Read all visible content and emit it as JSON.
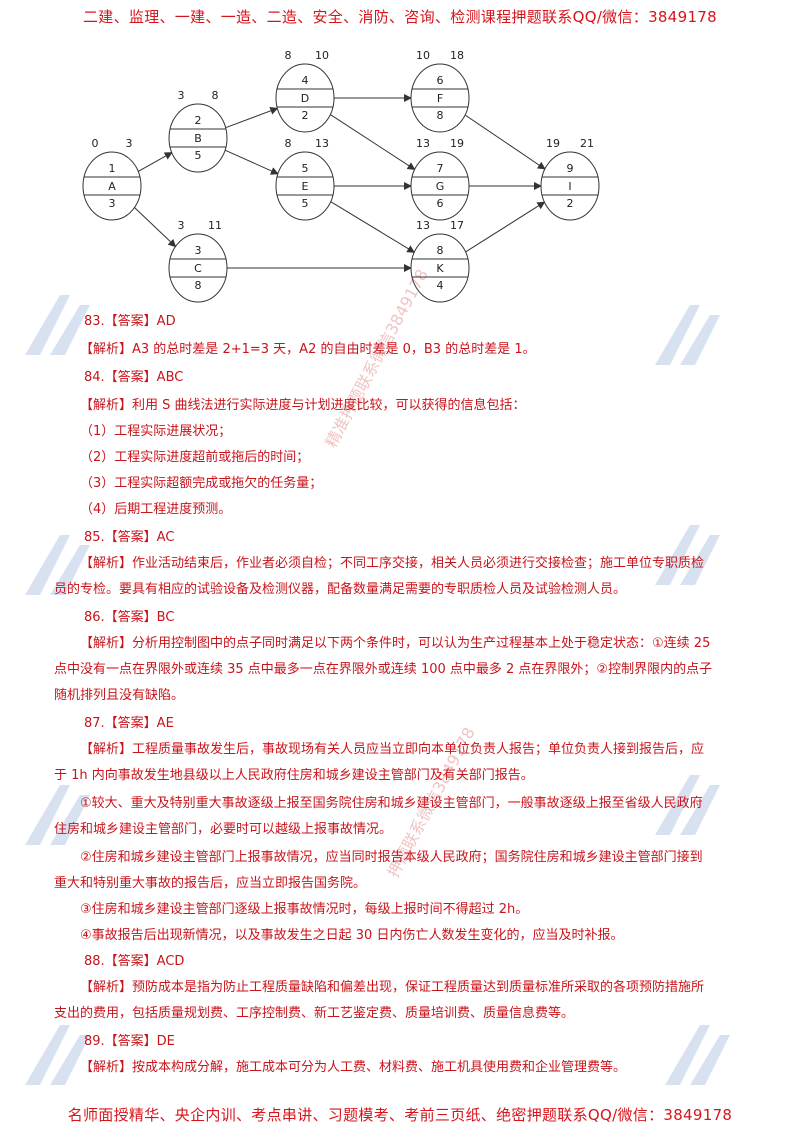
{
  "header": "二建、监理、一建、一造、二造、安全、消防、咨询、检测课程押题联系QQ/微信：3849178",
  "footer": "名师面授精华、央企内训、考点串讲、习题模考、考前三页纸、绝密押题联系QQ/微信：3849178",
  "watermark": {
    "line1": "精准押题联系微信3849178",
    "line2": "押题联系微信3849178"
  },
  "diagram": {
    "nodes": [
      {
        "id": "A",
        "top": "1",
        "bottom": "3",
        "es": "0",
        "ef": "3"
      },
      {
        "id": "B",
        "top": "2",
        "bottom": "5",
        "es": "3",
        "ef": "8"
      },
      {
        "id": "C",
        "top": "3",
        "bottom": "8",
        "es": "3",
        "ef": "11"
      },
      {
        "id": "D",
        "top": "4",
        "bottom": "2",
        "es": "8",
        "ef": "10"
      },
      {
        "id": "E",
        "top": "5",
        "bottom": "5",
        "es": "8",
        "ef": "13"
      },
      {
        "id": "F",
        "top": "6",
        "bottom": "8",
        "es": "10",
        "ef": "18"
      },
      {
        "id": "G",
        "top": "7",
        "bottom": "6",
        "es": "13",
        "ef": "19"
      },
      {
        "id": "K",
        "top": "8",
        "bottom": "4",
        "es": "13",
        "ef": "17"
      },
      {
        "id": "I",
        "top": "9",
        "bottom": "2",
        "es": "19",
        "ef": "21"
      }
    ],
    "edges": [
      [
        "A",
        "B"
      ],
      [
        "A",
        "C"
      ],
      [
        "B",
        "D"
      ],
      [
        "B",
        "E"
      ],
      [
        "C",
        "K"
      ],
      [
        "D",
        "F"
      ],
      [
        "D",
        "G"
      ],
      [
        "E",
        "G"
      ],
      [
        "E",
        "K"
      ],
      [
        "F",
        "I"
      ],
      [
        "G",
        "I"
      ],
      [
        "K",
        "I"
      ]
    ]
  },
  "answers": {
    "q83": {
      "label": "83.【答案】AD",
      "analysis_label": "【解析】",
      "analysis": "A3 的总时差是 2+1=3 天，A2 的自由时差是 0，B3 的总时差是 1。"
    },
    "q84": {
      "label": "84.【答案】ABC",
      "analysis_label": "【解析】",
      "analysis": "利用 S 曲线法进行实际进度与计划进度比较，可以获得的信息包括：",
      "items": [
        "（1）工程实际进展状况；",
        "（2）工程实际进度超前或拖后的时间；",
        "（3）工程实际超额完成或拖欠的任务量；",
        "（4）后期工程进度预测。"
      ]
    },
    "q85": {
      "label": "85.【答案】AC",
      "analysis_label": "【解析】",
      "analysis": "作业活动结束后，作业者必须自检；不同工序交接，相关人员必须进行交接检查；施工单位专职质检",
      "cont": "员的专检。要具有相应的试验设备及检测仪器，配备数量满足需要的专职质检人员及试验检测人员。"
    },
    "q86": {
      "label": "86.【答案】BC",
      "analysis_label": "【解析】",
      "analysis": "分析用控制图中的点子同时满足以下两个条件时，可以认为生产过程基本上处于稳定状态：①连续 25",
      "cont1": "点中没有一点在界限外或连续 35 点中最多一点在界限外或连续 100 点中最多 2 点在界限外；②控制界限内的点子",
      "cont2": "随机排列且没有缺陷。"
    },
    "q87": {
      "label": "87.【答案】AE",
      "analysis_label": "【解析】",
      "analysis": "工程质量事故发生后，事故现场有关人员应当立即向本单位负责人报告；单位负责人接到报告后，应",
      "cont": "于 1h 内向事故发生地县级以上人民政府住房和城乡建设主管部门及有关部门报告。",
      "p1": "①较大、重大及特别重大事故逐级上报至国务院住房和城乡建设主管部门，一般事故逐级上报至省级人民政府",
      "p1c": "住房和城乡建设主管部门，必要时可以越级上报事故情况。",
      "p2": "②住房和城乡建设主管部门上报事故情况，应当同时报告本级人民政府；国务院住房和城乡建设主管部门接到",
      "p2c": "重大和特别重大事故的报告后，应当立即报告国务院。",
      "p3": "③住房和城乡建设主管部门逐级上报事故情况时，每级上报时间不得超过 2h。",
      "p4": "④事故报告后出现新情况，以及事故发生之日起 30 日内伤亡人数发生变化的，应当及时补报。"
    },
    "q88": {
      "label": "88.【答案】ACD",
      "analysis_label": "【解析】",
      "analysis": "预防成本是指为防止工程质量缺陷和偏差出现，保证工程质量达到质量标准所采取的各项预防措施所",
      "cont": "支出的费用，包括质量规划费、工序控制费、新工艺鉴定费、质量培训费、质量信息费等。"
    },
    "q89": {
      "label": "89.【答案】DE",
      "analysis_label": "【解析】",
      "analysis": "按成本构成分解，施工成本可分为人工费、材料费、施工机具使用费和企业管理费等。"
    }
  }
}
